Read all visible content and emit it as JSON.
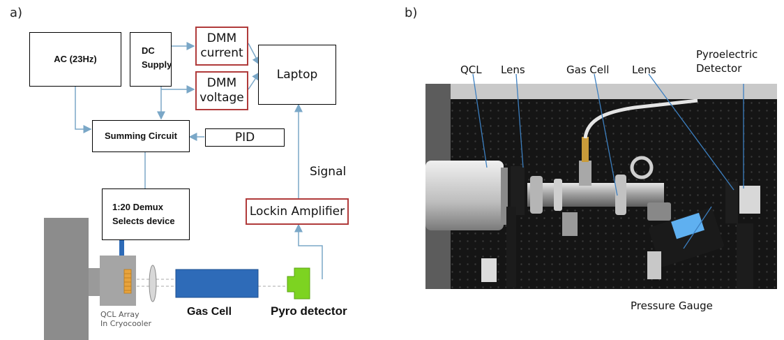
{
  "panel_a": {
    "label": "a)",
    "blocks": {
      "ac": "AC (23Hz)",
      "dc_line1": "DC",
      "dc_line2": "Supply",
      "dmm_current_line1": "DMM",
      "dmm_current_line2": "current",
      "dmm_voltage_line1": "DMM",
      "dmm_voltage_line2": "voltage",
      "laptop": "Laptop",
      "summing": "Summing Circuit",
      "pid": "PID",
      "demux_line1": "1:20 Demux",
      "demux_line2": "Selects device",
      "lockin": "Lockin Amplifier",
      "signal": "Signal"
    },
    "hardware": {
      "qcl_line1": "QCL Array",
      "qcl_line2": "In Cryocooler",
      "gas_cell": "Gas Cell",
      "pyro": "Pyro detector"
    },
    "colors": {
      "arrow": "#7aa7c7",
      "red_border": "#b03a3a",
      "gas_cell": "#2e6bb8",
      "pyro": "#7dd321",
      "cryostat": "#8c8c8c",
      "qcl_chip": "#e8a33c"
    }
  },
  "panel_b": {
    "label": "b)",
    "labels": {
      "qcl": "QCL",
      "lens1": "Lens",
      "gas_cell": "Gas Cell",
      "lens2": "Lens",
      "pyro_line1": "Pyroelectric",
      "pyro_line2": "Detector",
      "pressure_gauge": "Pressure Gauge"
    }
  }
}
